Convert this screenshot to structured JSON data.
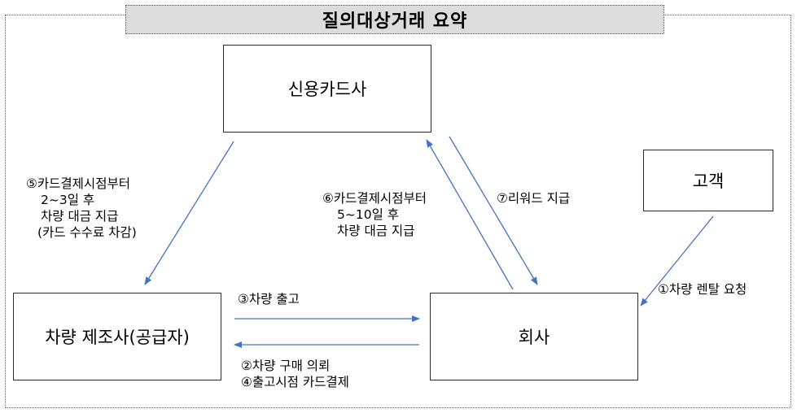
{
  "title": "질의대상거래 요약",
  "nodes": {
    "card_company": "신용카드사",
    "customer": "고객",
    "manufacturer": "차량 제조사(공급자)",
    "company": "회사"
  },
  "edges": {
    "step1": "①차량 렌탈 요청",
    "step2": "②차량 구매 의뢰",
    "step3": "③차량 출고",
    "step4": "④출고시점 카드결제",
    "step5": [
      "⑤카드결제시점부터",
      "2~3일 후",
      "차량 대금 지급",
      "(카드 수수료 차감)"
    ],
    "step6": [
      "⑥카드결제시점부터",
      "5~10일 후",
      "차량 대금 지급"
    ],
    "step7": "⑦리워드 지급"
  },
  "colors": {
    "arrow": "#4472c4",
    "title_bg": "#dcdcdc"
  }
}
